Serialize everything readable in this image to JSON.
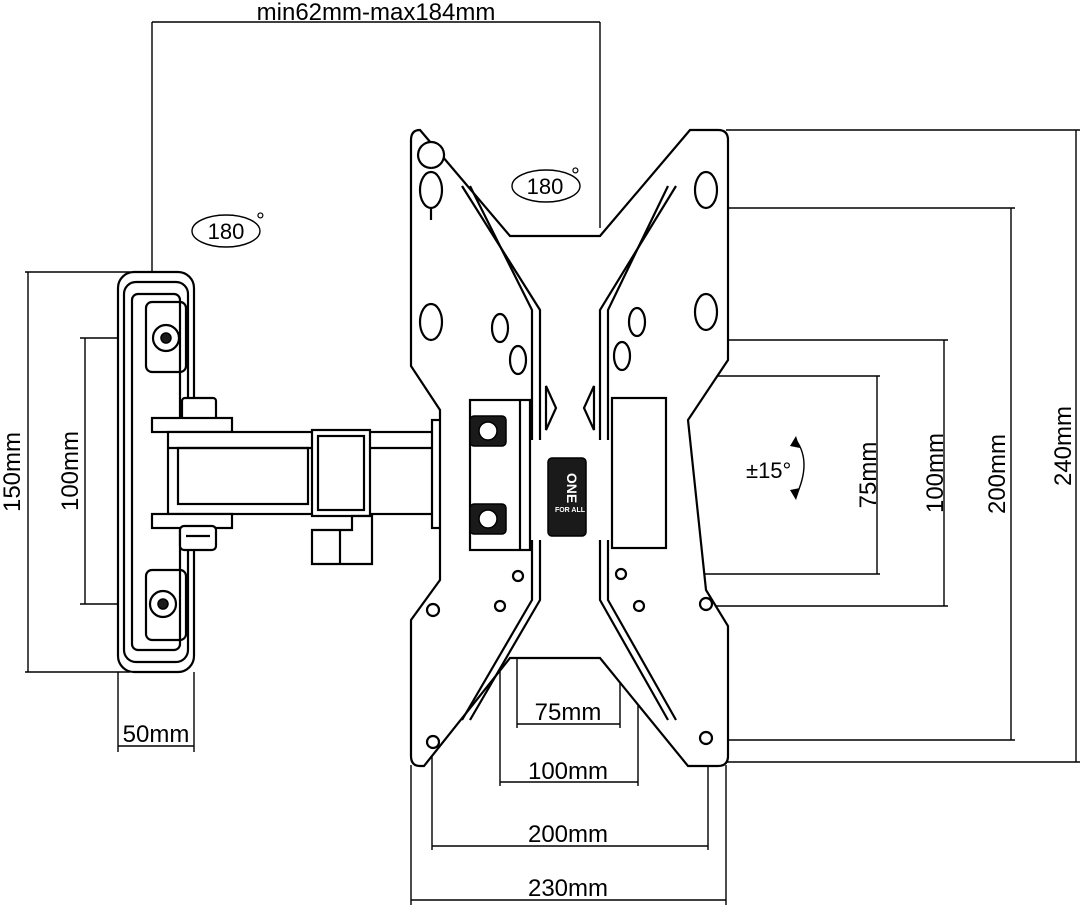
{
  "labels": {
    "extension": "min62mm-max184mm",
    "swivel_arm": "180",
    "swivel_plate": "180",
    "tilt": "±15°",
    "wall_height": "150mm",
    "wall_holes": "100mm",
    "wall_width": "50mm",
    "vesa_v75": "75mm",
    "vesa_v100": "100mm",
    "vesa_v200": "200mm",
    "plate_height": "240mm",
    "vesa_h75": "75mm",
    "vesa_h100": "100mm",
    "vesa_h200": "200mm",
    "plate_width": "230mm",
    "degree_mark": "°"
  },
  "logo": {
    "line1": "ONE",
    "line2": "FOR ALL"
  },
  "colors": {
    "line": "#000000",
    "background": "#ffffff"
  }
}
